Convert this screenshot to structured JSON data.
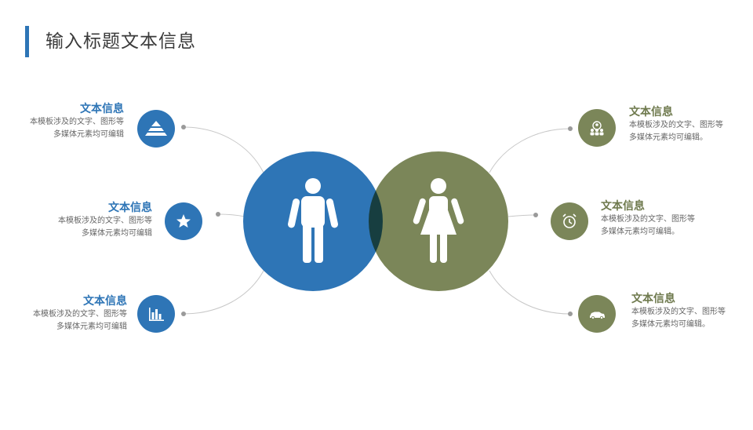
{
  "title": "输入标题文本信息",
  "colors": {
    "blue": "#2e75b6",
    "green": "#7b8659"
  },
  "center": {
    "male": {
      "icon": "male-person-icon"
    },
    "female": {
      "icon": "female-person-icon"
    }
  },
  "items": [
    {
      "side": "left",
      "heading": "文本信息",
      "line1": "本模板涉及的文字、图形等",
      "line2": "多媒体元素均可编辑",
      "icon": "layers-icon"
    },
    {
      "side": "left",
      "heading": "文本信息",
      "line1": "本模板涉及的文字、图形等",
      "line2": "多媒体元素均可编辑",
      "icon": "star-icon"
    },
    {
      "side": "left",
      "heading": "文本信息",
      "line1": "本模板涉及的文字、图形等",
      "line2": "多媒体元素均可编辑",
      "icon": "bar-chart-icon"
    },
    {
      "side": "right",
      "heading": "文本信息",
      "line1": "本模板涉及的文字、图形等",
      "line2": "多媒体元素均可编辑。",
      "icon": "group-people-icon"
    },
    {
      "side": "right",
      "heading": "文本信息",
      "line1": "本模板涉及的文字、图形等",
      "line2": "多媒体元素均可编辑。",
      "icon": "alarm-clock-icon"
    },
    {
      "side": "right",
      "heading": "文本信息",
      "line1": "本模板涉及的文字、图形等",
      "line2": "多媒体元素均可编辑。",
      "icon": "car-icon"
    }
  ]
}
